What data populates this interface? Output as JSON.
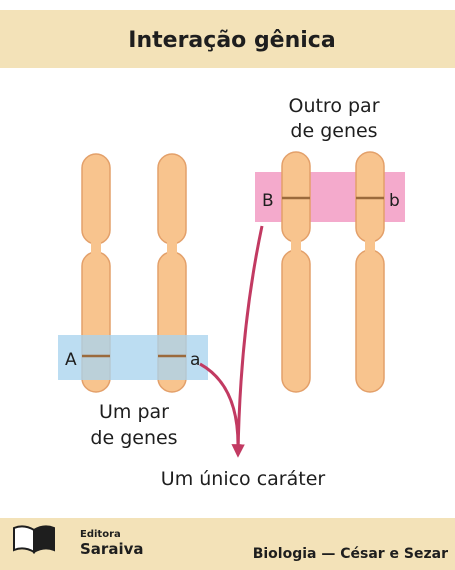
{
  "header": {
    "title": "Interação gênica"
  },
  "diagram": {
    "pair_one": {
      "allele_left": "A",
      "allele_right": "a",
      "label_line1": "Um par",
      "label_line2": "de genes"
    },
    "pair_two": {
      "allele_left": "B",
      "allele_right": "b",
      "label_line1": "Outro par",
      "label_line2": "de genes"
    },
    "result_label": "Um único caráter"
  },
  "footer": {
    "publisher_line1": "Editora",
    "publisher_line2": "Saraiva",
    "credit": "Biologia — César e Sezar"
  },
  "colors": {
    "header_bg": "#f3e2b8",
    "chromosome_fill": "#f8c48e",
    "chromosome_stroke": "#e3a06a",
    "band": "#9b6a3c",
    "highlight_blue": "#a9d4ee",
    "highlight_pink": "#f08dbb",
    "arrow": "#c23a62",
    "footer_bg": "#f3e2b8"
  }
}
